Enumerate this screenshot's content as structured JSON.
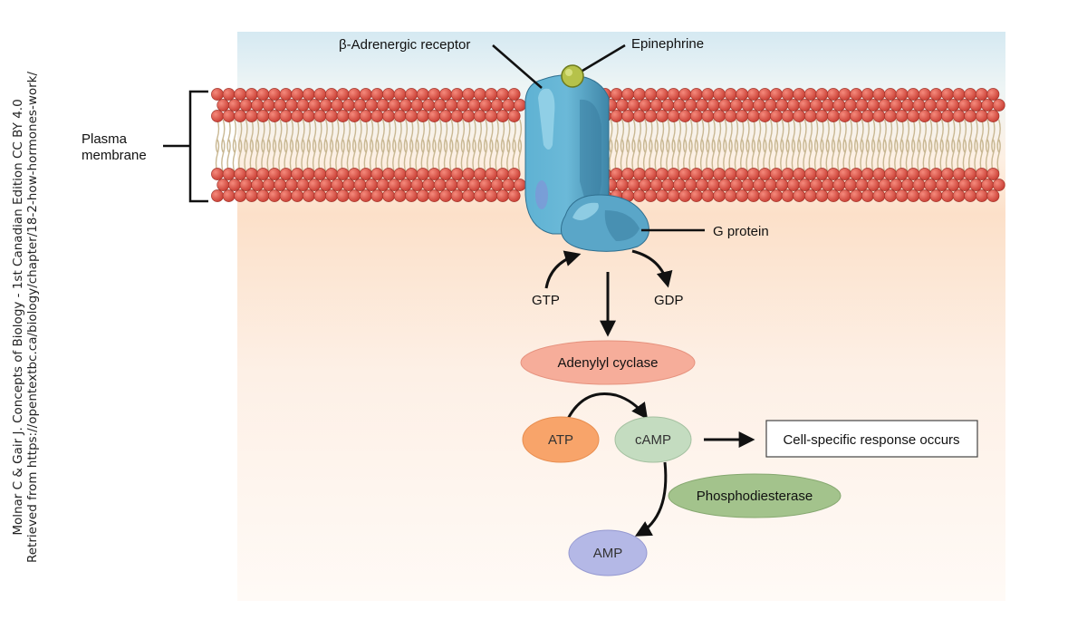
{
  "credit": {
    "line1": "Molnar C & Gair J. Concepts of Biology - 1st Canadian Edition CC BY 4.0",
    "line2": "Retrieved from https://opentextbc.ca/biology/chapter/18-2-how-hormones-work/"
  },
  "labels": {
    "receptor": "β-Adrenergic receptor",
    "epinephrine": "Epinephrine",
    "plasma_membrane_line1": "Plasma",
    "plasma_membrane_line2": "membrane",
    "g_protein": "G protein",
    "gtp": "GTP",
    "gdp": "GDP",
    "adenylyl_cyclase": "Adenylyl cyclase",
    "atp": "ATP",
    "camp": "cAMP",
    "response": "Cell-specific response occurs",
    "phosphodiesterase": "Phosphodiesterase",
    "amp": "AMP"
  },
  "colors": {
    "extracellular": "#dfeef4",
    "intracellular": "#fbe4cf",
    "phospholipid_head": "#e2564a",
    "receptor": "#5aa6c8",
    "g_protein": "#5aa6c8",
    "epinephrine": "#b6c24a",
    "adenylyl_cyclase": "#f6ad9a",
    "atp": "#f8a46a",
    "camp": "#c4dcc0",
    "phosphodiesterase": "#a3c38c",
    "amp": "#b4b8e6"
  }
}
